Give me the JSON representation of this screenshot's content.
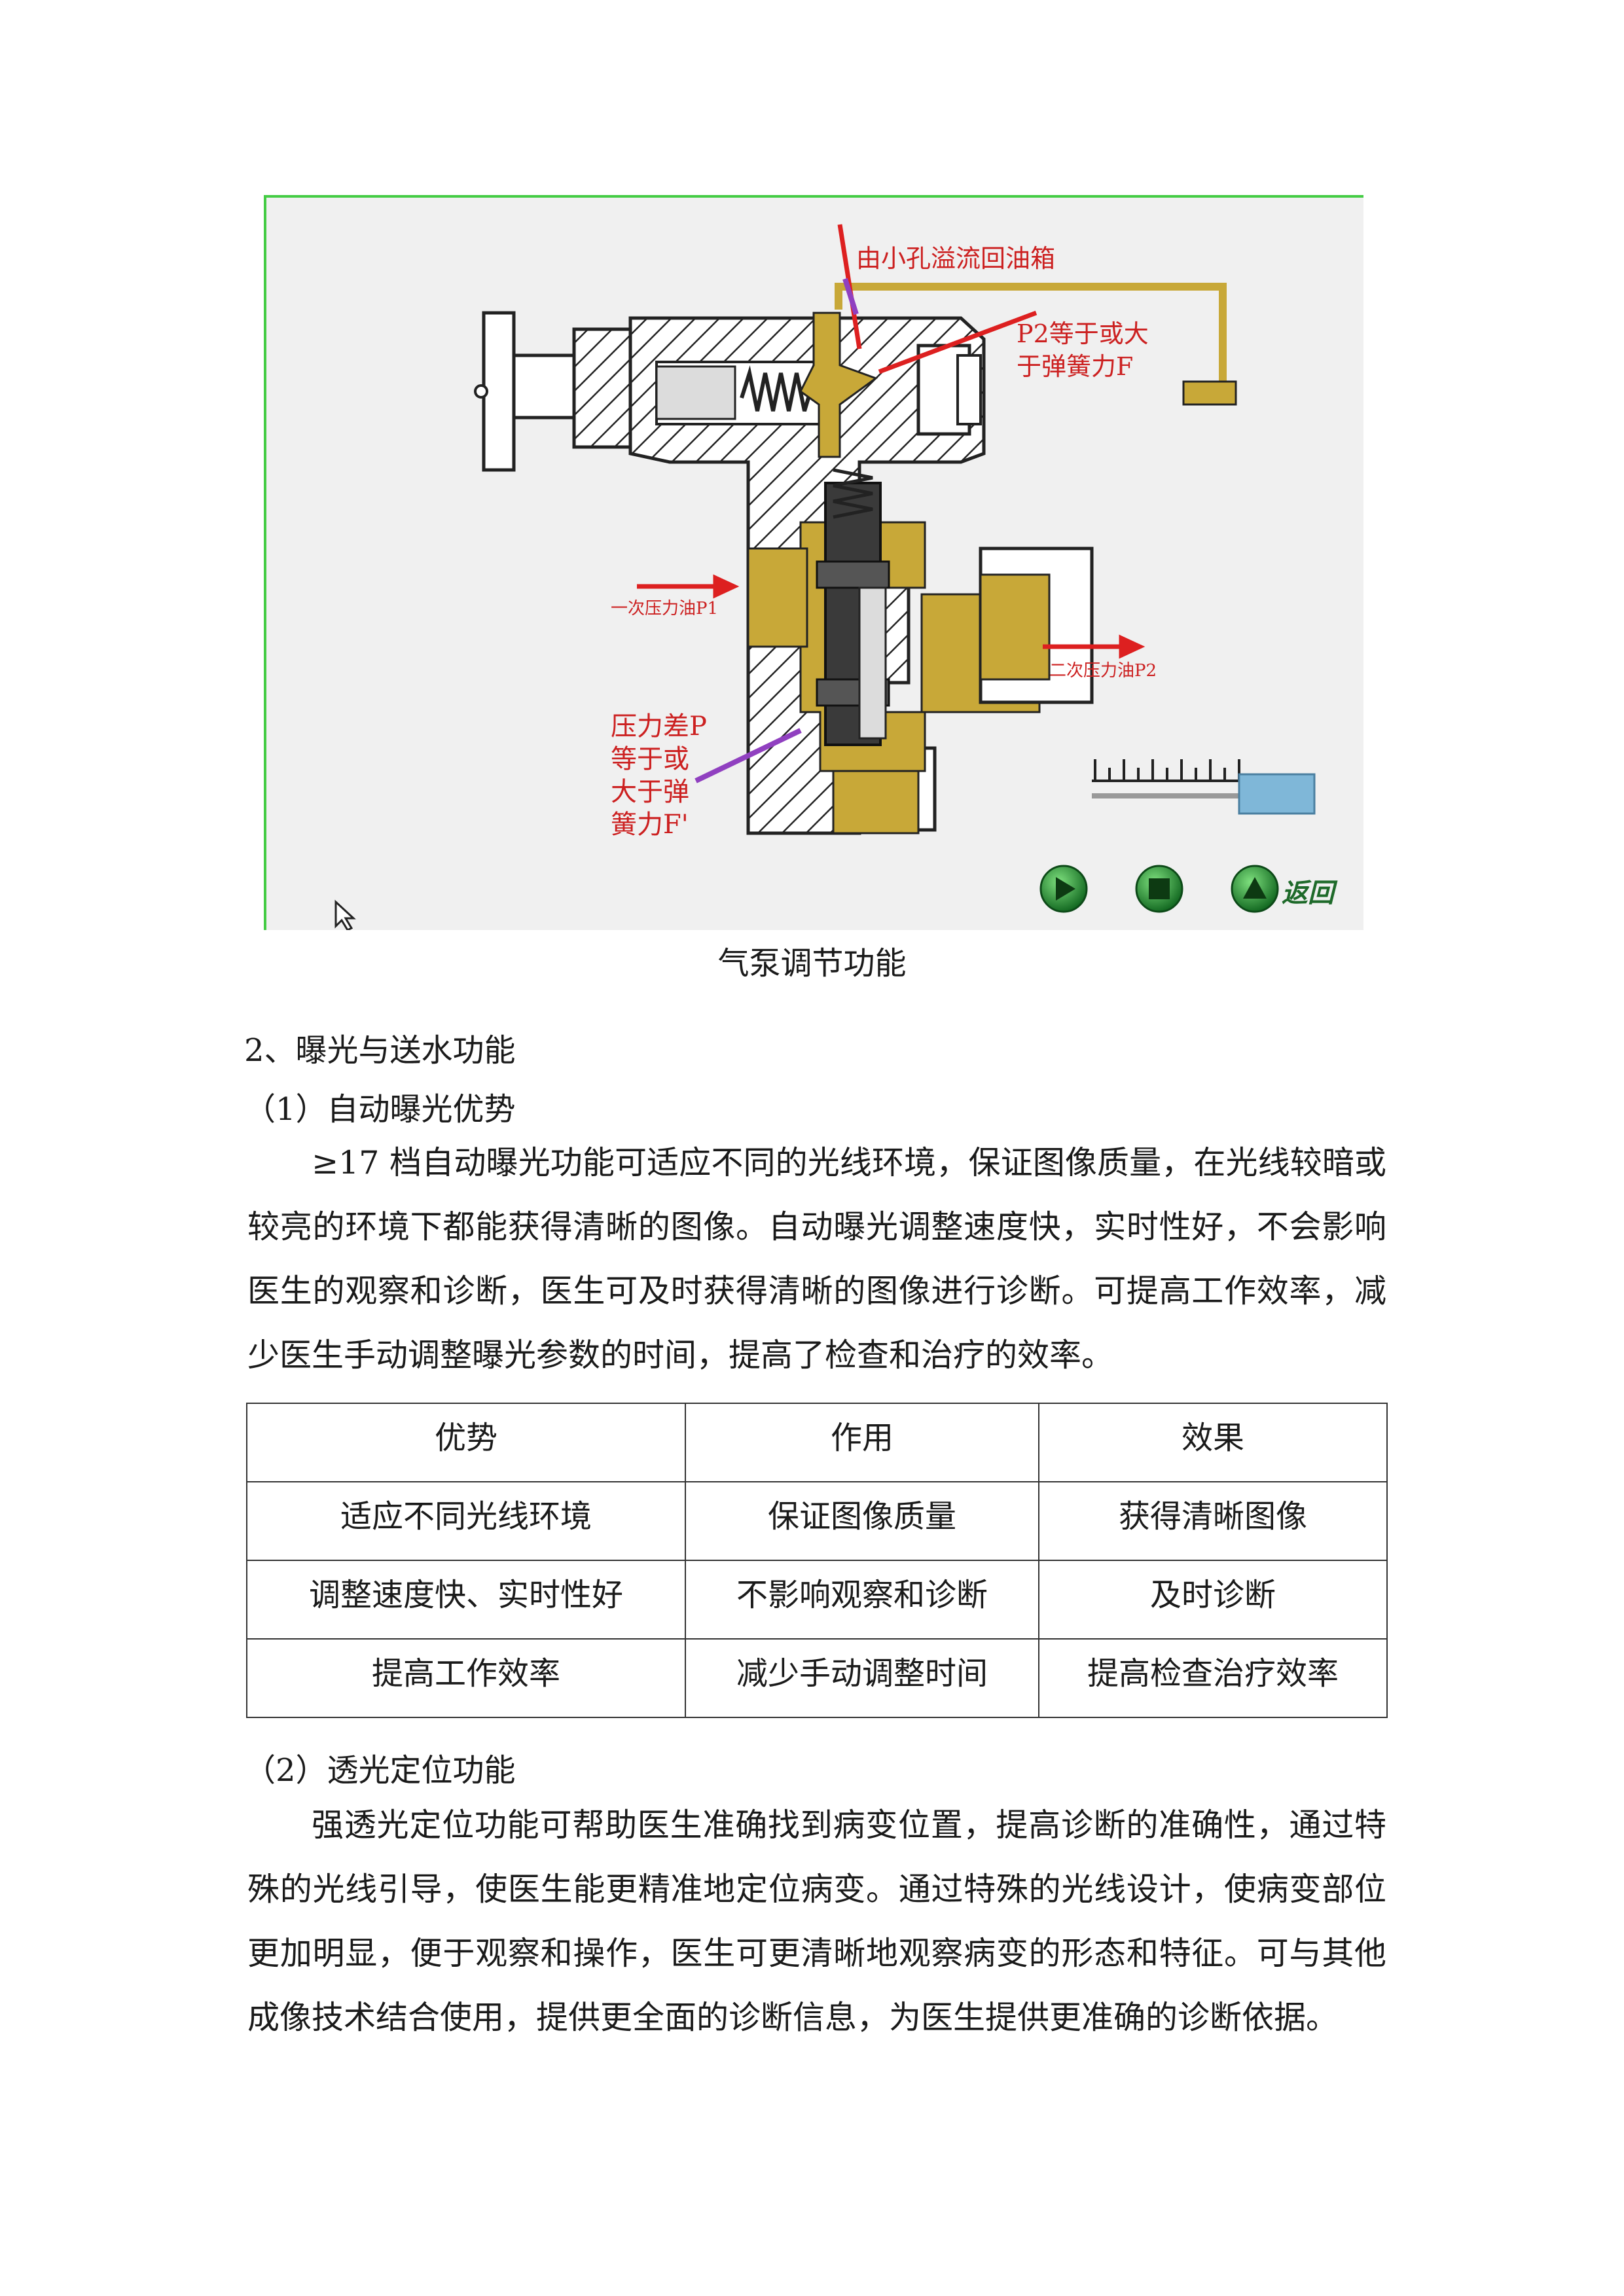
{
  "figure": {
    "labels": {
      "overflow": "由小孔溢流回油箱",
      "p2_line1": "P2等于或大",
      "p2_line2": "于弹簧力F",
      "primary_oil": "一次压力油P1",
      "secondary_oil": "二次压力油P2",
      "diff_line1": "压力差P",
      "diff_line2": "等于或",
      "diff_line3": "大于弹",
      "diff_line4": "簧力F'"
    },
    "controls": {
      "play_icon": "play-icon",
      "stop_icon": "stop-icon",
      "up_icon": "up-icon",
      "return_label": "返回"
    },
    "colors": {
      "oil": "#c8a838",
      "arrow": "#dd2020",
      "pointer": "#9040c0",
      "button": "#1e8a30",
      "border": "#44cc44"
    }
  },
  "caption": "气泵调节功能",
  "section2": {
    "heading": "2、曝光与送水功能",
    "sub1": "（1）自动曝光优势",
    "para1": "≥17 档自动曝光功能可适应不同的光线环境，保证图像质量，在光线较暗或较亮的环境下都能获得清晰的图像。自动曝光调整速度快，实时性好，不会影响医生的观察和诊断，医生可及时获得清晰的图像进行诊断。可提高工作效率，减少医生手动调整曝光参数的时间，提高了检查和治疗的效率。",
    "table": {
      "headers": [
        "优势",
        "作用",
        "效果"
      ],
      "rows": [
        [
          "适应不同光线环境",
          "保证图像质量",
          "获得清晰图像"
        ],
        [
          "调整速度快、实时性好",
          "不影响观察和诊断",
          "及时诊断"
        ],
        [
          "提高工作效率",
          "减少手动调整时间",
          "提高检查治疗效率"
        ]
      ]
    },
    "sub2": "（2）透光定位功能",
    "para2": "强透光定位功能可帮助医生准确找到病变位置，提高诊断的准确性，通过特殊的光线引导，使医生能更精准地定位病变。通过特殊的光线设计，使病变部位更加明显，便于观察和操作，医生可更清晰地观察病变的形态和特征。可与其他成像技术结合使用，提供更全面的诊断信息，为医生提供更准确的诊断依据。"
  }
}
